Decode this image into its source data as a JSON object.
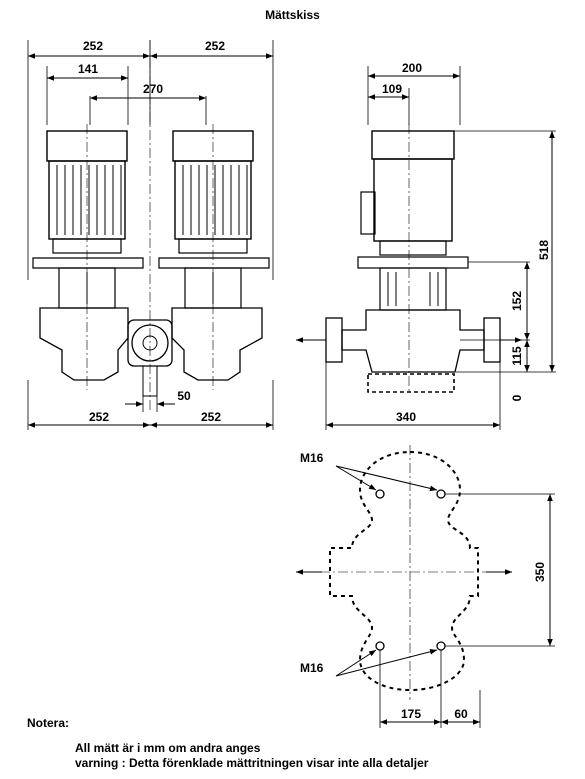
{
  "title": "Mättskiss",
  "front_view": {
    "dim_overall_left": "252",
    "dim_overall_right": "252",
    "dim_motor_offset": "141",
    "dim_motor_spacing": "270",
    "dim_base_left": "252",
    "dim_base_right": "252",
    "dim_flange_offset": "50"
  },
  "side_view": {
    "dim_width_top": "200",
    "dim_offset": "109",
    "dim_height_total": "518",
    "dim_height_mid": "152",
    "dim_height_low": "115",
    "dim_height_base": "0",
    "dim_base_width": "340"
  },
  "bottom_view": {
    "label_bolt_top": "M16",
    "label_bolt_bottom": "M16",
    "dim_bolt_spacing": "350",
    "dim_bolt_offset_left": "175",
    "dim_bolt_offset_right": "60"
  },
  "notes": {
    "heading": "Notera:",
    "line1": "All mätt är i mm om andra anges",
    "line2": "varning : Detta förenklade mättritningen visar inte alla detaljer"
  }
}
